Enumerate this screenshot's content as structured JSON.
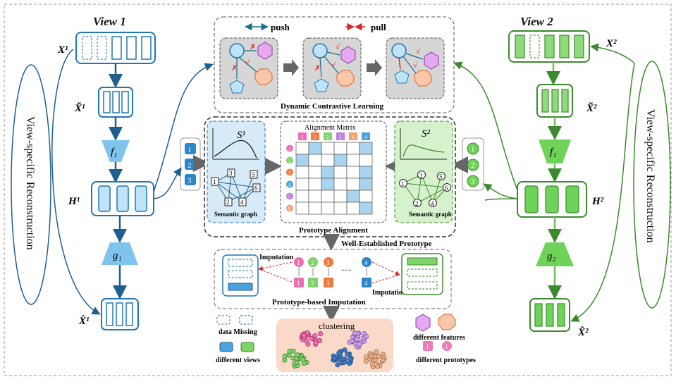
{
  "view1": {
    "title": "View 1",
    "x_label": "X¹",
    "x_tilde_label": "X̃¹",
    "f_label": "f₁",
    "h_label": "H¹",
    "g_label": "g₁",
    "x_hat_label": "X̂¹",
    "reconstruction_label": "View-specific Reconstruction",
    "prototype_ids": [
      "1",
      "2",
      "3"
    ]
  },
  "view2": {
    "title": "View 2",
    "x_label": "X²",
    "x_tilde_label": "X̃²",
    "f_label": "f₁",
    "h_label": "H²",
    "g_label": "g₂",
    "x_hat_label": "X̂²",
    "reconstruction_label": "View-specific Reconstruction",
    "prototype_ids": [
      "1",
      "2",
      "3"
    ]
  },
  "contrastive": {
    "push_label": "push",
    "pull_label": "pull",
    "title": "Dynamic Contrastive Learning"
  },
  "alignment": {
    "s1_label": "S¹",
    "s2_label": "S²",
    "graph_label": "Semantic graph",
    "matrix_title": "Alignment Matrix",
    "matrix_cols": [
      "1",
      "3",
      "2",
      "5",
      "6",
      "4"
    ],
    "matrix_rows": [
      "1",
      "2",
      "3",
      "4",
      "5",
      "6"
    ],
    "node_labels": [
      "1",
      "2",
      "3",
      "4",
      "5",
      "6"
    ],
    "section_title": "Prototype  Alignment",
    "output_label": "Well-Established Prototype"
  },
  "imputation": {
    "title": "Prototype-based Imputation",
    "left_label": "Imputation",
    "right_label": "Imputation",
    "top_row": [
      "1",
      "2",
      "3",
      "4"
    ],
    "bottom_row": [
      "1",
      "2",
      "3",
      "4"
    ],
    "ellipsis": "......"
  },
  "legend": {
    "missing_label": "data Missing",
    "views_label": "different views",
    "clustering_label": "clustering",
    "features_label": "different features",
    "prototypes_label": "different prototypes",
    "prototype_samples": [
      "1",
      "1"
    ]
  },
  "colors": {
    "blue": "#1f77b4",
    "blue_fill": "#4aa3df",
    "light_blue": "#a9d4f0",
    "green": "#3c8a2e",
    "green_fill": "#7ed36b",
    "light_green": "#c8ecbf",
    "red": "#d62728",
    "pink": "#f06fb0",
    "orange": "#f07a3c"
  }
}
